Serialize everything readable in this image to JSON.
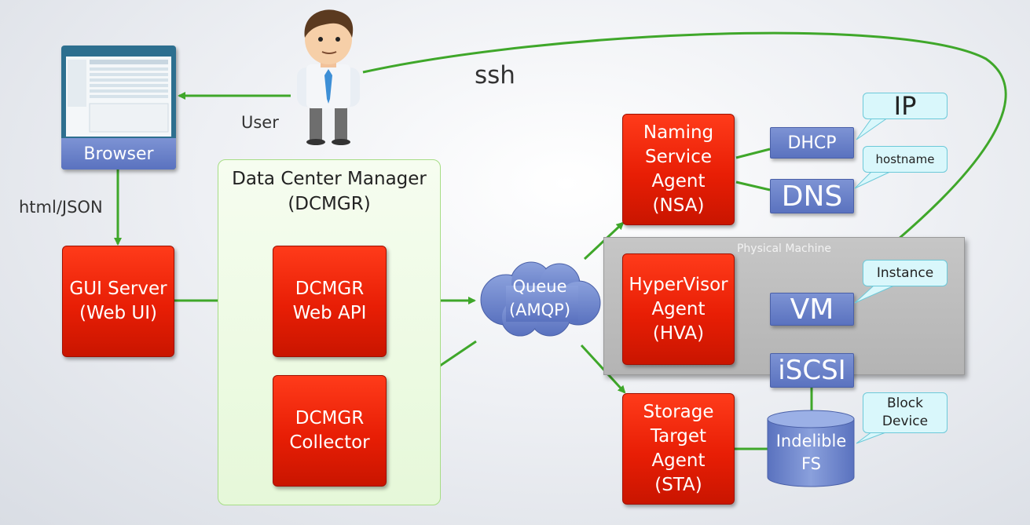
{
  "title": "",
  "labels": {
    "user": "User",
    "ssh": "ssh",
    "html_json": "html/JSON"
  },
  "browser": {
    "label": "Browser"
  },
  "panels": {
    "dcmgr": "Data Center Manager\n(DCMGR)",
    "physical_machine": "Physical Machine"
  },
  "nodes": {
    "gui_server": "GUI Server\n(Web UI)",
    "dcmgr_web_api": "DCMGR\nWeb API",
    "dcmgr_collector": "DCMGR\nCollector",
    "queue": "Queue\n(AMQP)",
    "nsa": "Naming\nService\nAgent\n(NSA)",
    "hva": "HyperVisor\nAgent\n(HVA)",
    "sta": "Storage\nTarget\nAgent\n(STA)",
    "dhcp": "DHCP",
    "dns": "DNS",
    "vm": "VM",
    "iscsi": "iSCSI",
    "indelible_fs": "Indelible\nFS"
  },
  "callouts": {
    "ip": "IP",
    "hostname": "hostname",
    "instance": "Instance",
    "block_device": "Block\nDevice"
  },
  "colors": {
    "arrow": "#3fa72a",
    "agent_red": "#e81e05",
    "blue_box": "#6a82c9",
    "callout": "#d9f7fb"
  }
}
